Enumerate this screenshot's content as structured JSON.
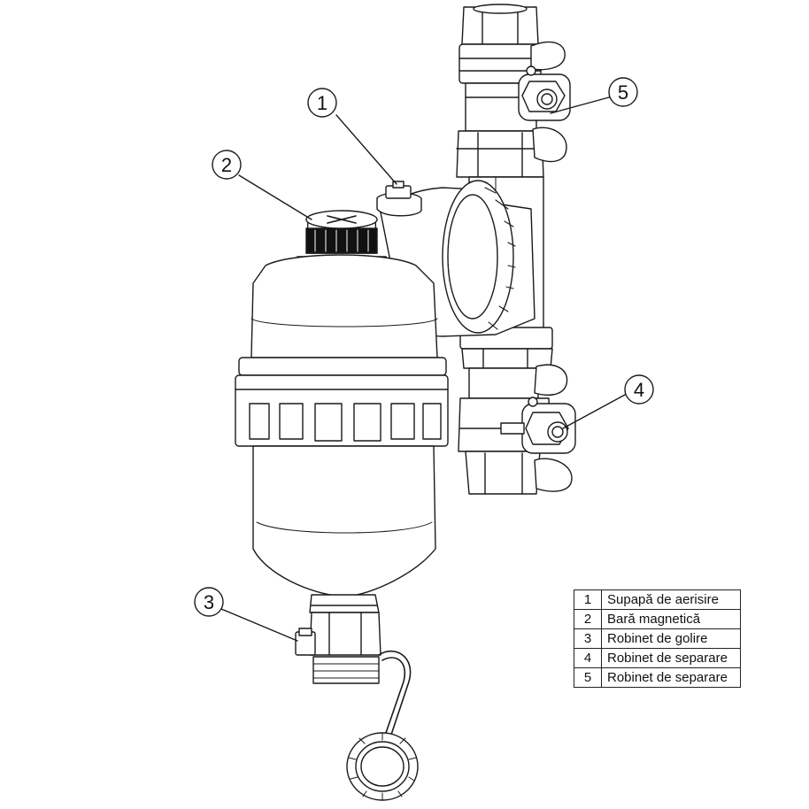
{
  "callouts": [
    {
      "number": "1",
      "label": "Supapă de aerisire"
    },
    {
      "number": "2",
      "label": "Bară magnetică"
    },
    {
      "number": "3",
      "label": "Robinet de golire"
    },
    {
      "number": "4",
      "label": "Robinet de separare"
    },
    {
      "number": "5",
      "label": "Robinet de separare"
    }
  ],
  "colors": {
    "line": "#1a1a1a",
    "fill": "#ffffff",
    "cap_band": "#111111"
  }
}
